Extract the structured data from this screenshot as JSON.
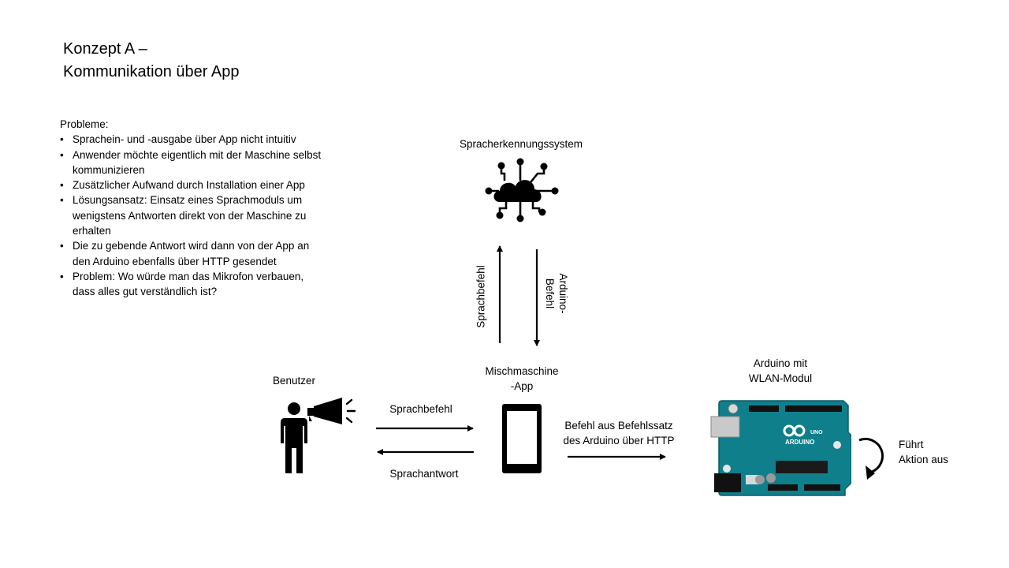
{
  "slide": {
    "title_lines": [
      "Konzept A –",
      "Kommunikation über App"
    ],
    "problems_heading": "Probleme:",
    "problems": [
      "Sprachein- und -ausgabe über App nicht intuitiv",
      "Anwender möchte eigentlich mit der Maschine selbst kommunizieren",
      "Zusätzlicher Aufwand durch Installation einer App",
      "Lösungsansatz: Einsatz eines Sprachmoduls um wenigstens Antworten direkt von der Maschine zu erhalten",
      "Die zu gebende Antwort  wird dann von der App an den Arduino ebenfalls über HTTP gesendet",
      "Problem:  Wo würde man das Mikrofon verbauen, dass alles gut verständlich ist?"
    ]
  },
  "diagram": {
    "speech_system_label": "Spracherkennungssystem",
    "user_label": "Benutzer",
    "app_label_lines": [
      "Mischmaschine",
      "-App"
    ],
    "arduino_label_lines": [
      "Arduino mit",
      "WLAN-Modul"
    ],
    "arrow_up_label": "Sprachbefehl",
    "arrow_down_label": "Arduino-\nBefehl",
    "arrow_user_to_app_label": "Sprachbefehl",
    "arrow_app_to_user_label": "Sprachantwort",
    "arrow_app_to_arduino_lines": [
      "Befehl aus Befehlssatz",
      "des Arduino  über HTTP"
    ],
    "action_label_lines": [
      "Führt",
      "Aktion aus"
    ],
    "board_text": {
      "brand": "ARDUINO",
      "model": "UNO"
    }
  },
  "colors": {
    "board_teal": "#0f7f8b",
    "board_dark": "#0a5c66",
    "icon_black": "#000000"
  }
}
